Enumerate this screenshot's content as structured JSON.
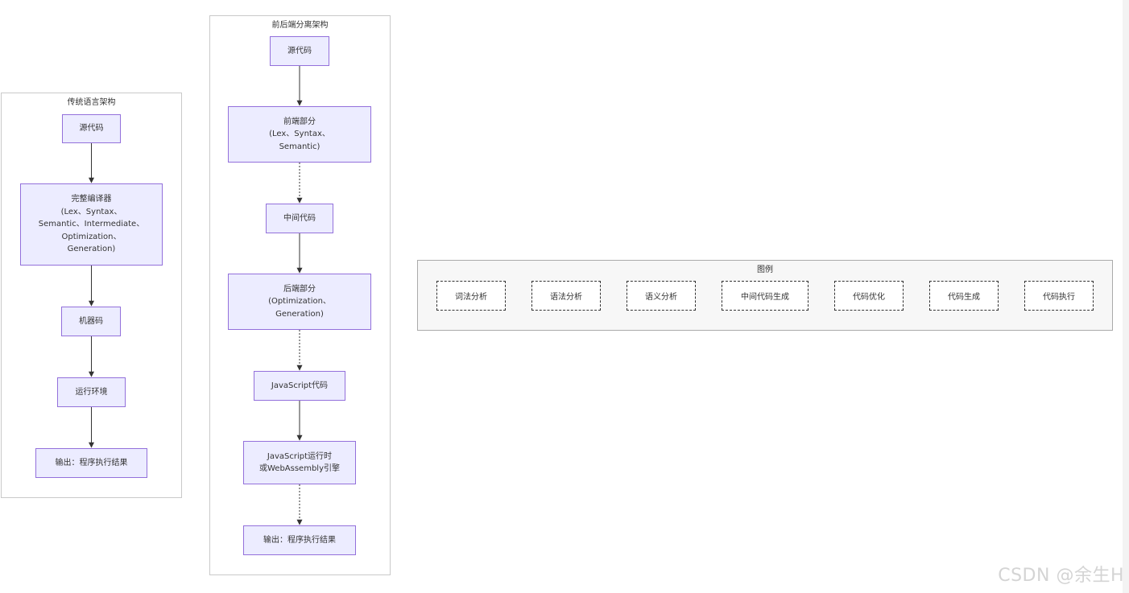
{
  "traditional": {
    "title": "传统语言架构",
    "source": "源代码",
    "compiler": "完整编译器\n(Lex、Syntax、\nSemantic、Intermediate、\nOptimization、\nGeneration)",
    "machine": "机器码",
    "runtime": "运行环境",
    "output": "输出：程序执行结果"
  },
  "split": {
    "title": "前后端分离架构",
    "source": "源代码",
    "frontend": "前端部分\n(Lex、Syntax、\nSemantic)",
    "ir": "中间代码",
    "backend": "后端部分\n(Optimization、\nGeneration)",
    "jscode": "JavaScript代码",
    "engine": "JavaScript运行时\n或WebAssembly引擎",
    "output": "输出：程序执行结果"
  },
  "legend": {
    "title": "图例",
    "items": [
      "词法分析",
      "语法分析",
      "语义分析",
      "中间代码生成",
      "代码优化",
      "代码生成",
      "代码执行"
    ]
  },
  "watermark": "CSDN @余生H",
  "colors": {
    "node_fill": "#ececff",
    "node_border": "#9370db",
    "edge": "#333333"
  }
}
